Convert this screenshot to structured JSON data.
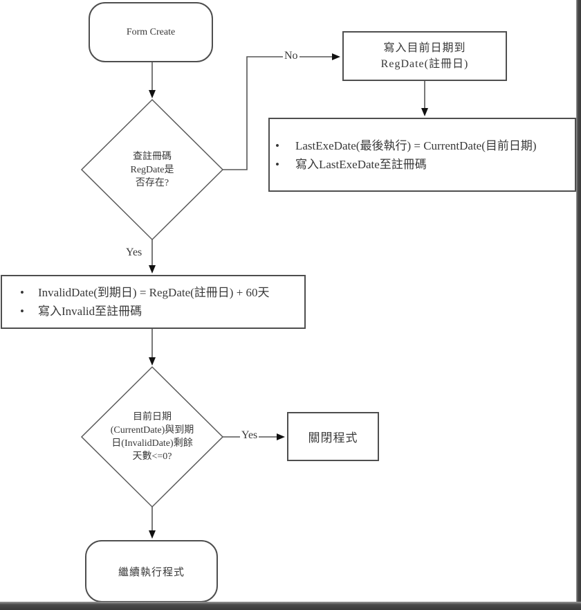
{
  "colors": {
    "background": "#ffffff",
    "line": "#555555",
    "arrowhead": "#111111",
    "text": "#383838",
    "frame": "#3f3f3f"
  },
  "nodes": {
    "start": {
      "label": "Form Create"
    },
    "decision_regdate": {
      "line1": "查註冊碼",
      "line2": "RegDate是",
      "line3": "否存在?"
    },
    "write_regdate": {
      "line1": "寫入目前日期到",
      "line2": "RegDate(註冊日)"
    },
    "update_lastexedate": {
      "bullet1": "LastExeDate(最後執行) = CurrentDate(目前日期)",
      "bullet2": "寫入LastExeDate至註冊碼"
    },
    "set_invaliddate": {
      "bullet1": "InvalidDate(到期日) = RegDate(註冊日) + 60天",
      "bullet2": "寫入Invalid至註冊碼"
    },
    "decision_days": {
      "line1": "目前日期",
      "line2": "(CurrentDate)與到期",
      "line3": "日(InvalidDate)剩餘",
      "line4": "天數<=0?"
    },
    "close_program": {
      "label": "關閉程式"
    },
    "end": {
      "label": "繼續執行程式"
    }
  },
  "edges": {
    "no_label": "No",
    "yes_label_1": "Yes",
    "yes_label_2": "Yes"
  }
}
